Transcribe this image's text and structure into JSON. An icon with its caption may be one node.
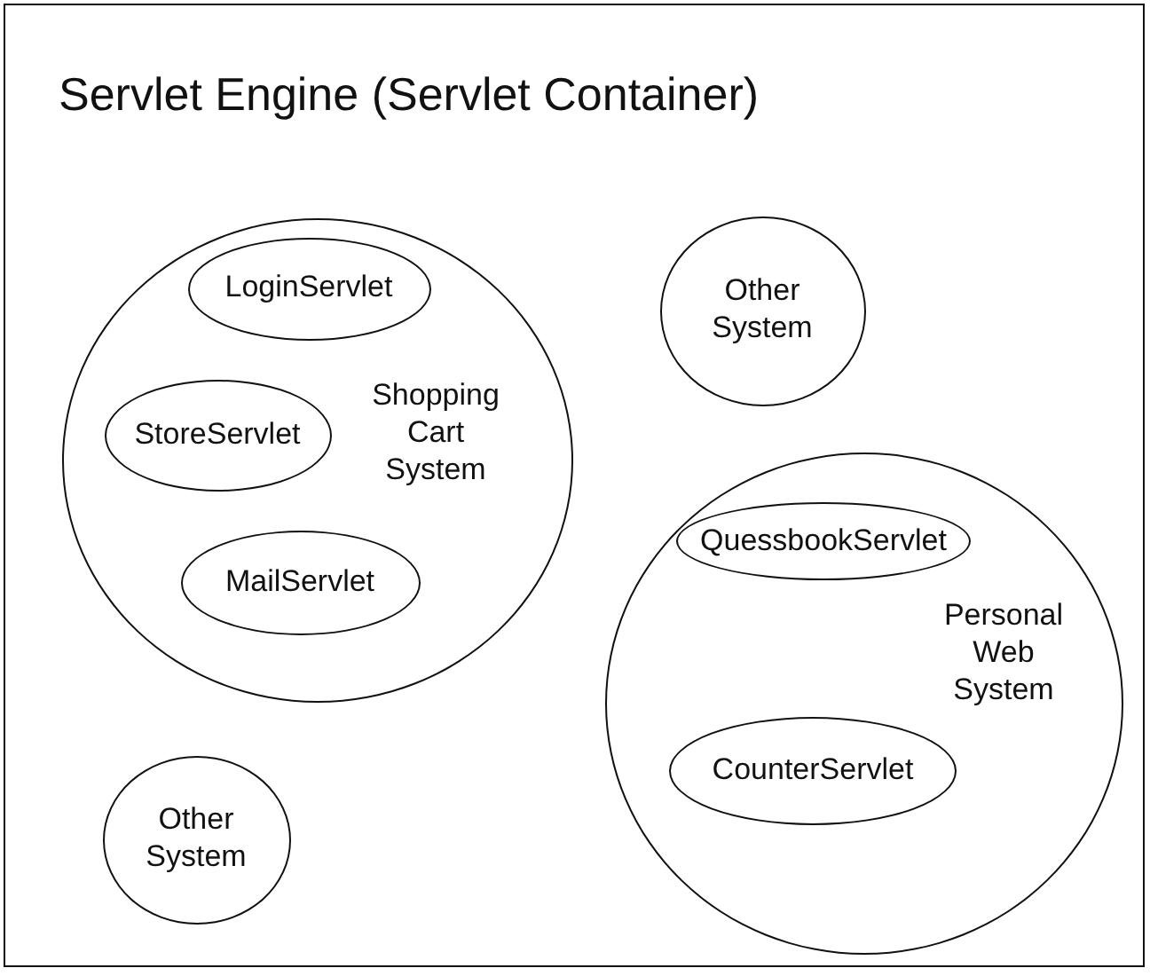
{
  "diagram": {
    "nodes": [
      {
        "text": [
          "Servlet Engine (Servlet Container)"
        ]
      },
      {
        "text": [
          "Shopping Cart System"
        ],
        "in": 0
      },
      {
        "text": [
          "LoginServlet"
        ],
        "in": 1
      },
      {
        "text": [
          "StoreServlet"
        ],
        "in": 1
      },
      {
        "text": [
          "MailServlet"
        ],
        "in": 1
      },
      {
        "text": [
          "Other System"
        ],
        "in": 0
      },
      {
        "text": [
          "Personal Web System"
        ],
        "in": 0
      },
      {
        "text": [
          "QuessbookServlet"
        ],
        "in": 6
      },
      {
        "text": [
          "CounterServlet"
        ],
        "in": 6
      },
      {
        "text": [
          "Other System"
        ],
        "in": 0
      }
    ],
    "edges": []
  }
}
